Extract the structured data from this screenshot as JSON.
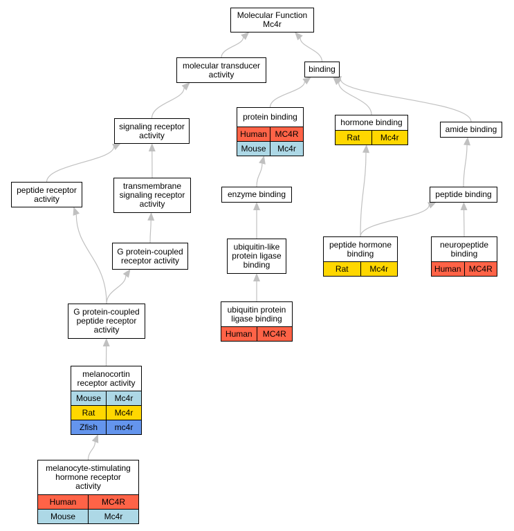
{
  "colors": {
    "Human": "#ff6347",
    "Mouse": "#add8e6",
    "Rat": "#ffd700",
    "Zfish": "#6495ed",
    "edge": "#c0c0c0"
  },
  "nodes": {
    "molecular_function": {
      "label": "Molecular Function\nMc4r",
      "annotations": []
    },
    "molecular_transducer_activity": {
      "label": "molecular transducer\nactivity",
      "annotations": []
    },
    "binding": {
      "label": "binding",
      "annotations": []
    },
    "signaling_receptor_activity": {
      "label": "signaling receptor\nactivity",
      "annotations": []
    },
    "protein_binding": {
      "label": "protein binding",
      "annotations": [
        {
          "species": "Human",
          "gene": "MC4R"
        },
        {
          "species": "Mouse",
          "gene": "Mc4r"
        }
      ]
    },
    "hormone_binding": {
      "label": "hormone binding",
      "annotations": [
        {
          "species": "Rat",
          "gene": "Mc4r"
        }
      ]
    },
    "amide_binding": {
      "label": "amide binding",
      "annotations": []
    },
    "peptide_receptor_activity": {
      "label": "peptide receptor\nactivity",
      "annotations": []
    },
    "transmembrane_signaling_receptor_activity": {
      "label": "transmembrane\nsignaling receptor\nactivity",
      "annotations": []
    },
    "enzyme_binding": {
      "label": "enzyme binding",
      "annotations": []
    },
    "peptide_binding": {
      "label": "peptide binding",
      "annotations": []
    },
    "g_protein_coupled_receptor_activity": {
      "label": "G protein-coupled\nreceptor activity",
      "annotations": []
    },
    "ubiquitin_like_protein_ligase_binding": {
      "label": "ubiquitin-like\nprotein ligase\nbinding",
      "annotations": []
    },
    "peptide_hormone_binding": {
      "label": "peptide hormone\nbinding",
      "annotations": [
        {
          "species": "Rat",
          "gene": "Mc4r"
        }
      ]
    },
    "neuropeptide_binding": {
      "label": "neuropeptide\nbinding",
      "annotations": [
        {
          "species": "Human",
          "gene": "MC4R"
        }
      ]
    },
    "g_protein_coupled_peptide_receptor_activity": {
      "label": "G protein-coupled\npeptide receptor\nactivity",
      "annotations": []
    },
    "ubiquitin_protein_ligase_binding": {
      "label": "ubiquitin protein\nligase binding",
      "annotations": [
        {
          "species": "Human",
          "gene": "MC4R"
        }
      ]
    },
    "melanocortin_receptor_activity": {
      "label": "melanocortin\nreceptor activity",
      "annotations": [
        {
          "species": "Mouse",
          "gene": "Mc4r"
        },
        {
          "species": "Rat",
          "gene": "Mc4r"
        },
        {
          "species": "Zfish",
          "gene": "mc4r"
        }
      ]
    },
    "melanocyte_stimulating_hormone_receptor_activity": {
      "label": "melanocyte-stimulating\nhormone receptor\nactivity",
      "annotations": [
        {
          "species": "Human",
          "gene": "MC4R"
        },
        {
          "species": "Mouse",
          "gene": "Mc4r"
        }
      ]
    }
  },
  "edges": [
    [
      "molecular_transducer_activity",
      "molecular_function"
    ],
    [
      "binding",
      "molecular_function"
    ],
    [
      "signaling_receptor_activity",
      "molecular_transducer_activity"
    ],
    [
      "protein_binding",
      "binding"
    ],
    [
      "hormone_binding",
      "binding"
    ],
    [
      "amide_binding",
      "binding"
    ],
    [
      "peptide_receptor_activity",
      "signaling_receptor_activity"
    ],
    [
      "transmembrane_signaling_receptor_activity",
      "signaling_receptor_activity"
    ],
    [
      "enzyme_binding",
      "protein_binding"
    ],
    [
      "peptide_binding",
      "amide_binding"
    ],
    [
      "g_protein_coupled_receptor_activity",
      "transmembrane_signaling_receptor_activity"
    ],
    [
      "ubiquitin_like_protein_ligase_binding",
      "enzyme_binding"
    ],
    [
      "peptide_hormone_binding",
      "hormone_binding"
    ],
    [
      "peptide_hormone_binding",
      "peptide_binding"
    ],
    [
      "neuropeptide_binding",
      "peptide_binding"
    ],
    [
      "g_protein_coupled_peptide_receptor_activity",
      "peptide_receptor_activity"
    ],
    [
      "g_protein_coupled_peptide_receptor_activity",
      "g_protein_coupled_receptor_activity"
    ],
    [
      "ubiquitin_protein_ligase_binding",
      "ubiquitin_like_protein_ligase_binding"
    ],
    [
      "melanocortin_receptor_activity",
      "g_protein_coupled_peptide_receptor_activity"
    ],
    [
      "melanocyte_stimulating_hormone_receptor_activity",
      "melanocortin_receptor_activity"
    ]
  ]
}
